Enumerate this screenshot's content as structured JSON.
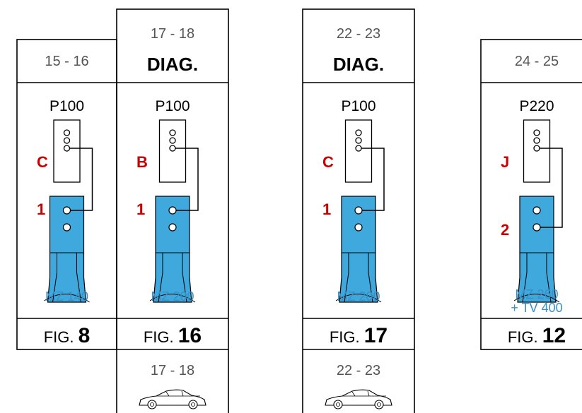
{
  "panels": [
    {
      "range": "15 - 16",
      "diag": "",
      "model": "P100",
      "upper_label": "C",
      "lower_label": "1",
      "mz": [
        "MZ 140"
      ],
      "fig_prefix": "FIG.",
      "fig_num": "8",
      "bottom_range": "",
      "car": false
    },
    {
      "range": "17 - 18",
      "diag": "DIAG.",
      "model": "P100",
      "upper_label": "B",
      "lower_label": "1",
      "mz": [
        "MZ 200"
      ],
      "fig_prefix": "FIG.",
      "fig_num": "16",
      "bottom_range": "17 - 18",
      "car": true
    },
    {
      "range": "22 - 23",
      "diag": "DIAG.",
      "model": "P100",
      "upper_label": "C",
      "lower_label": "1",
      "mz": [
        "MZ 200"
      ],
      "fig_prefix": "FIG.",
      "fig_num": "17",
      "bottom_range": "22 - 23",
      "car": true
    },
    {
      "range": "24 - 25",
      "diag": "",
      "model": "P220",
      "upper_label": "J",
      "lower_label": "2",
      "mz": [
        "MZ 260",
        "+ TV 400"
      ],
      "fig_prefix": "FIG.",
      "fig_num": "12",
      "bottom_range": "",
      "car": false
    }
  ],
  "colors": {
    "line": "#000000",
    "blue_fill": "#3fa8dc",
    "label_red": "#cc0000",
    "mz_blue": "#3a8fc4",
    "range_gray": "#555555"
  }
}
